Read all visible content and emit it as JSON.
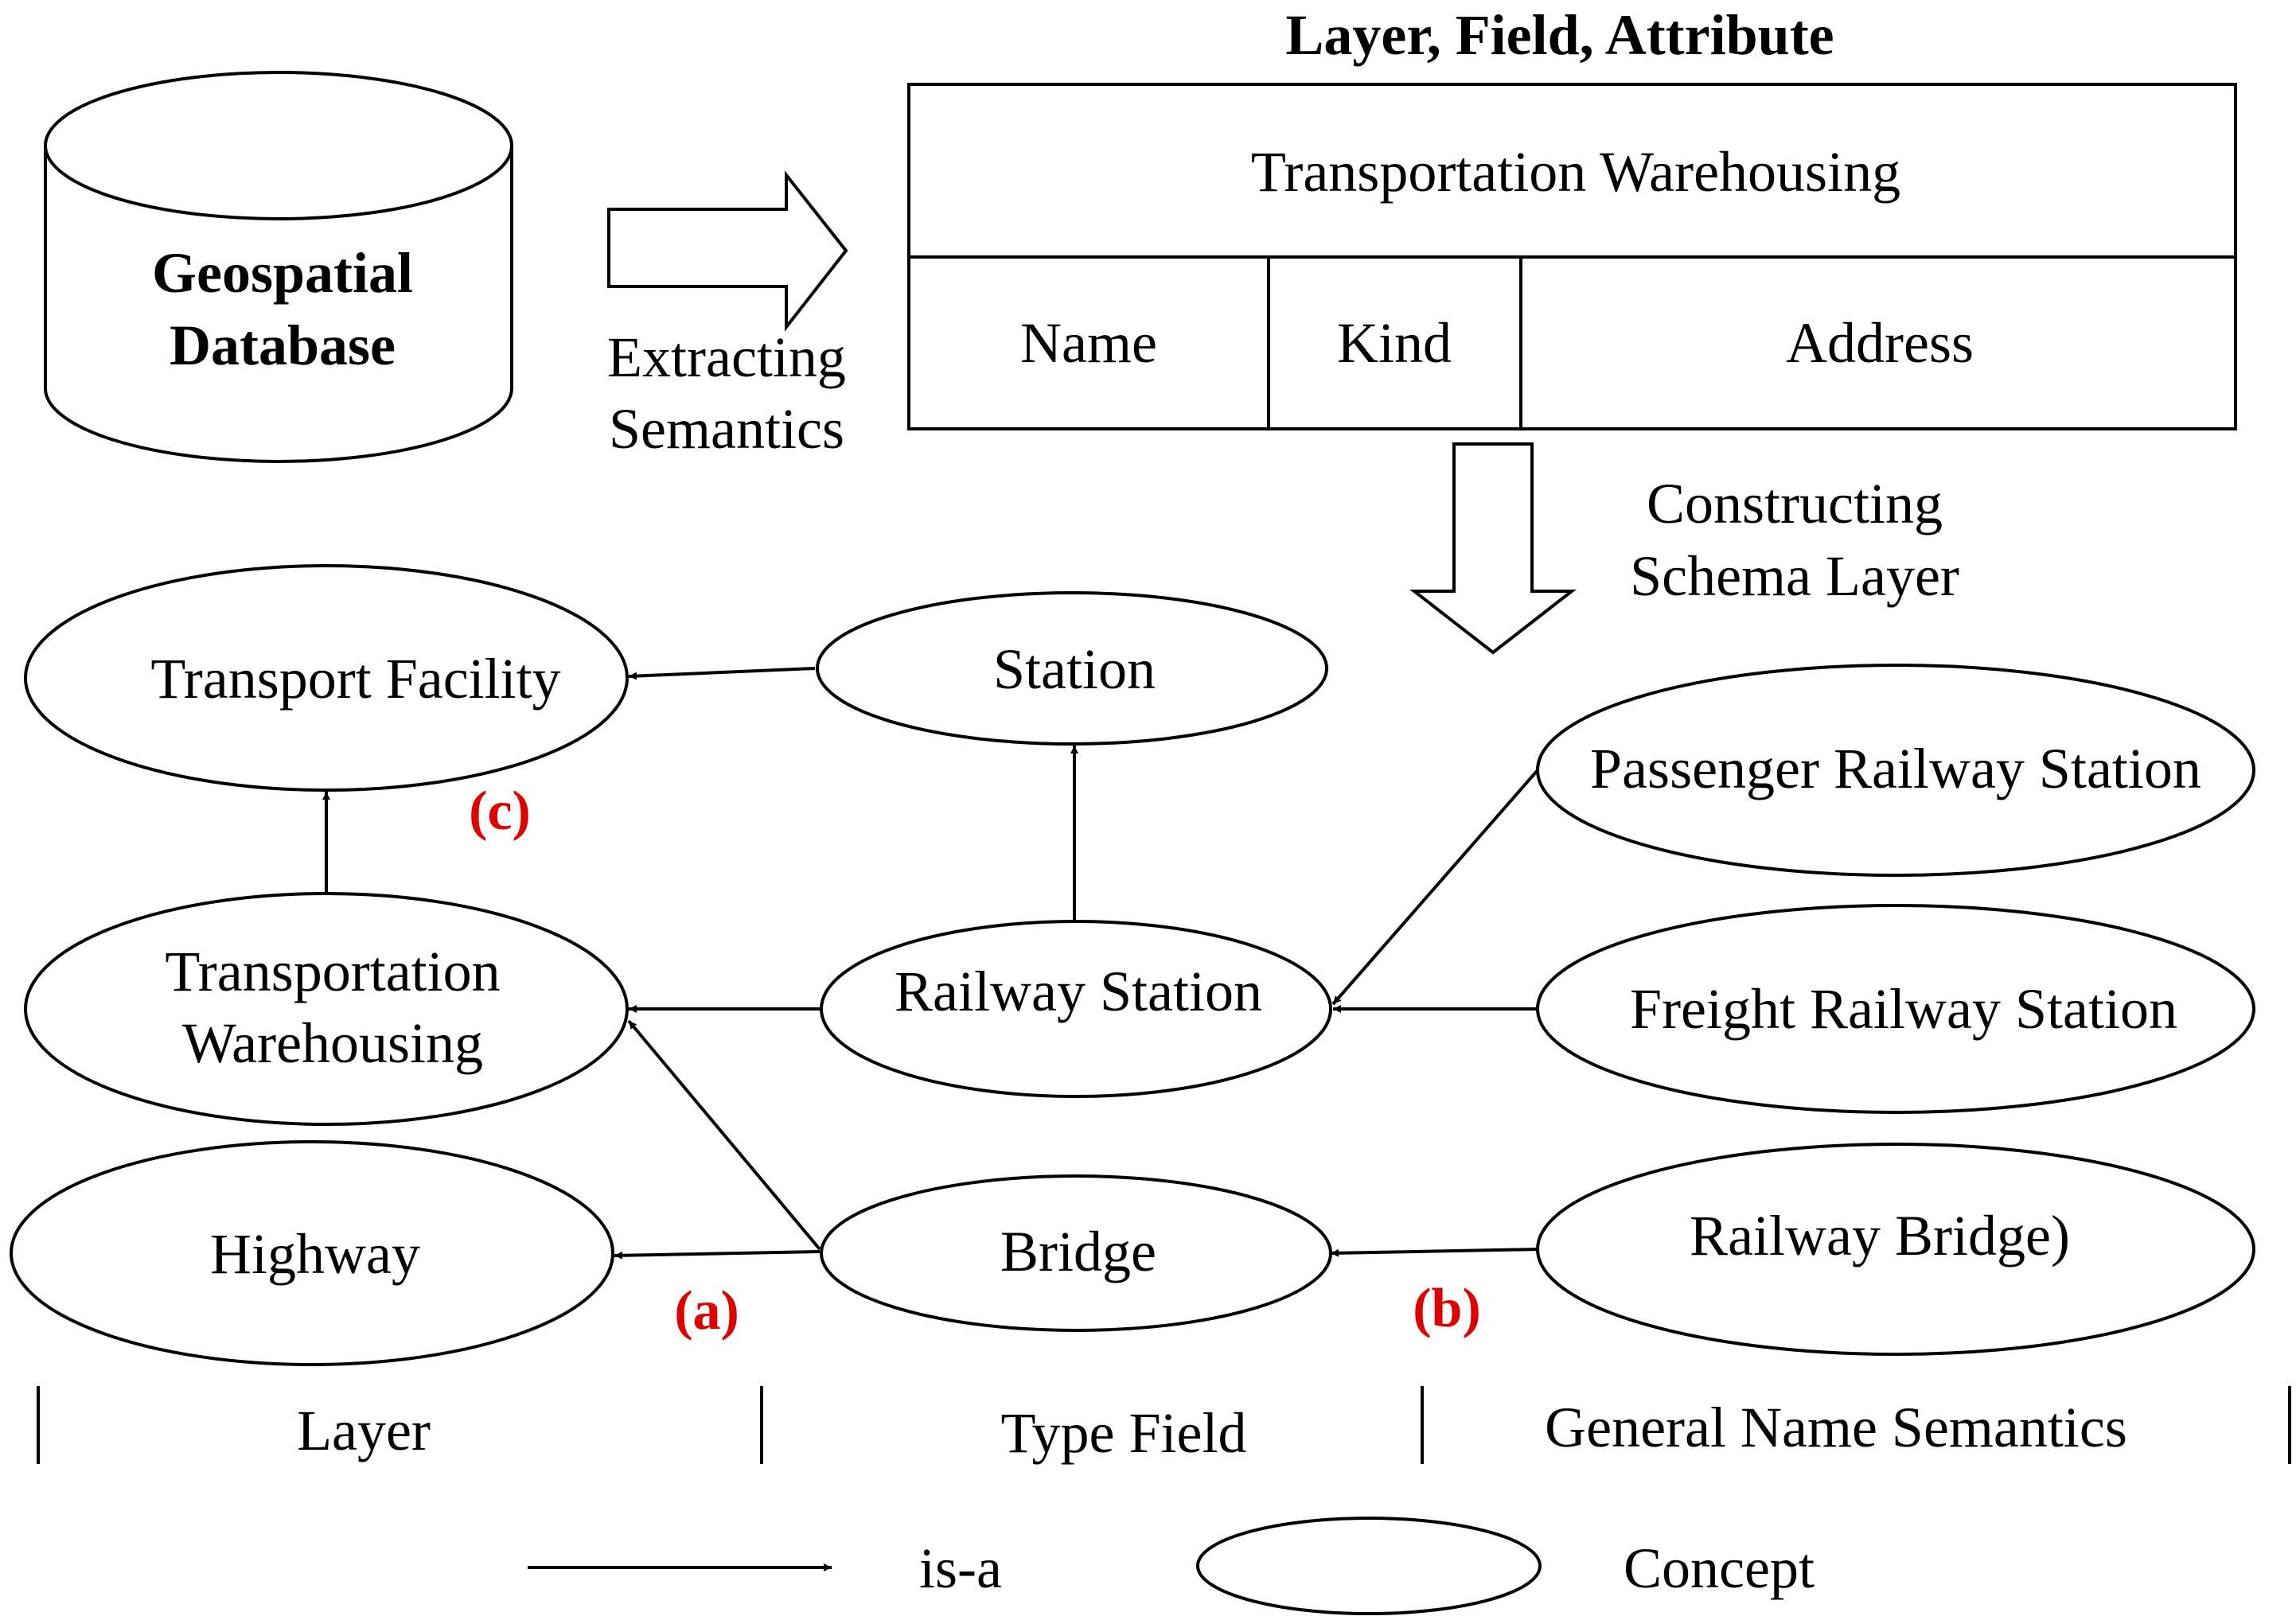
{
  "database": {
    "line1": "Geospatial",
    "line2": "Database"
  },
  "extract_arrow": {
    "line1": "Extracting",
    "line2": "Semantics"
  },
  "table": {
    "heading": "Layer, Field, Attribute",
    "row1": "Transportation Warehousing",
    "cells": [
      "Name",
      "Kind",
      "Address"
    ]
  },
  "construct_arrow": {
    "line1": "Constructing",
    "line2": "Schema Layer"
  },
  "concepts": {
    "transport_facility": "Transport Facility",
    "station": "Station",
    "transportation_warehousing": {
      "line1": "Transportation",
      "line2": "Warehousing"
    },
    "railway_station": "Railway Station",
    "passenger_railway_station": "Passenger Railway Station",
    "freight_railway_station": "Freight Railway Station",
    "highway": "Highway",
    "bridge": "Bridge",
    "railway_bridge": "Railway Bridge)"
  },
  "markers": {
    "a": "(a)",
    "b": "(b)",
    "c": "(c)"
  },
  "columns": [
    "Layer",
    "Type Field",
    "General Name Semantics"
  ],
  "legend": {
    "isa": "is-a",
    "concept": "Concept"
  },
  "colors": {
    "marker_red": "#e00000",
    "stroke": "#000000",
    "background": "#ffffff"
  }
}
